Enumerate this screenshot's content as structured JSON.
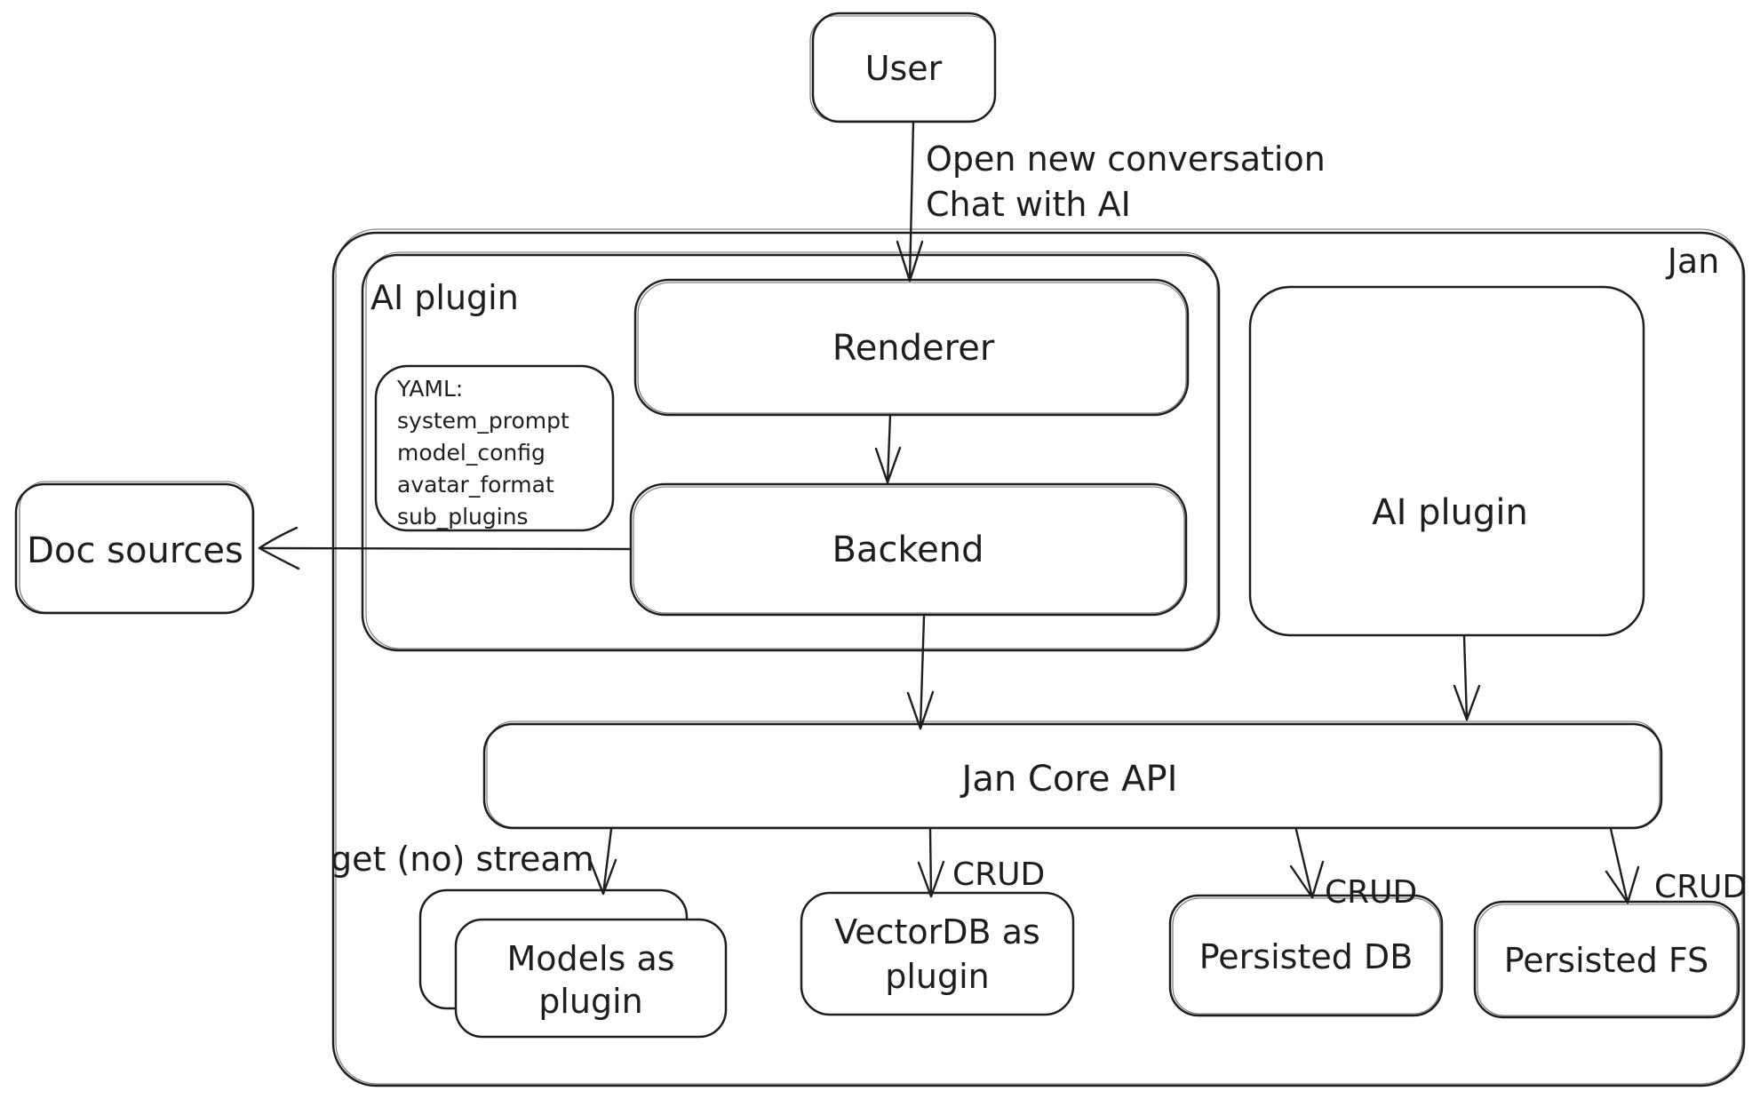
{
  "colors": {
    "stroke": "#1e1e1e",
    "background": "#ffffff"
  },
  "nodes": {
    "user": "User",
    "jan_container": "Jan",
    "ai_plugin_container": "AI plugin",
    "yaml_note": {
      "line1": "YAML:",
      "line2": "system_prompt",
      "line3": "model_config",
      "line4": "avatar_format",
      "line5": "sub_plugins"
    },
    "renderer": "Renderer",
    "backend": "Backend",
    "ai_plugin_right": "AI plugin",
    "doc_sources": "Doc sources",
    "jan_core_api": "Jan Core API",
    "models_plugin": {
      "line1": "Models as",
      "line2": "plugin"
    },
    "vectordb_plugin": {
      "line1": "VectorDB as",
      "line2": "plugin"
    },
    "persisted_db": "Persisted DB",
    "persisted_fs": "Persisted FS"
  },
  "edge_labels": {
    "user_to_renderer": {
      "line1": "Open new conversation",
      "line2": "Chat with AI"
    },
    "get_no_stream": "get (no) stream",
    "crud_vectordb": "CRUD",
    "crud_persisted_db": "CRUD",
    "crud_persisted_fs": "CRUD"
  }
}
